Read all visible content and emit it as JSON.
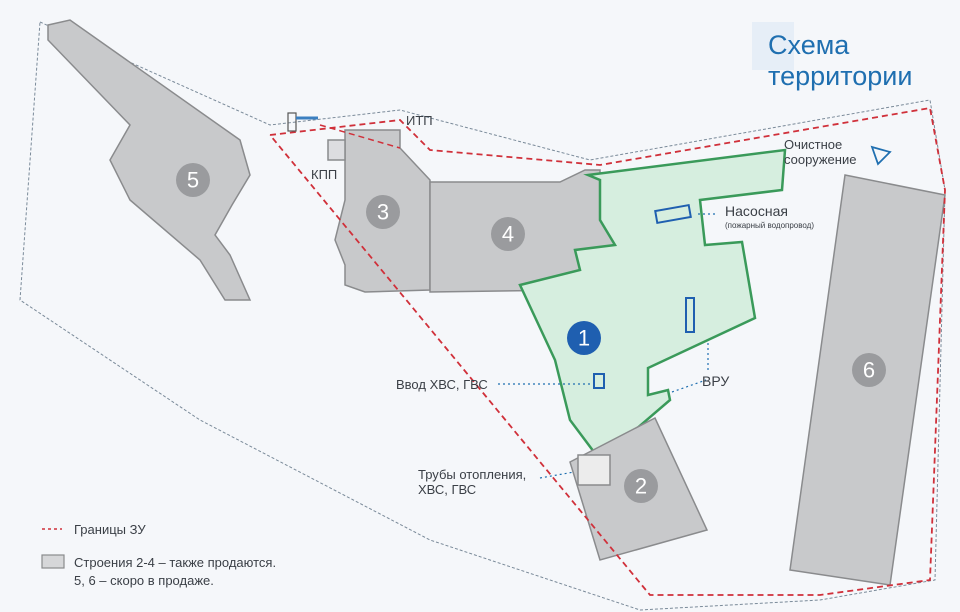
{
  "title_line1": "Схема",
  "title_line2": "территории",
  "buildings": [
    "1",
    "2",
    "3",
    "4",
    "5",
    "6"
  ],
  "labels": {
    "itp": "ИТП",
    "kpp": "КПП",
    "treatment_line1": "Очистное",
    "treatment_line2": "сооружение",
    "pump": "Насосная",
    "pump_note": "(пожарный водопровод)",
    "water_input": "Ввод ХВС, ГВС",
    "vru": "ВРУ",
    "pipes_line1": "Трубы отопления,",
    "pipes_line2": "ХВС, ГВС"
  },
  "legend": {
    "boundary": "Границы ЗУ",
    "buildings_line1": "Строения 2-4 – также продаются.",
    "buildings_line2": "5, 6 – скоро в продаже."
  },
  "colors": {
    "accent": "#1f6fb0",
    "boundary": "#d0303a",
    "building": "#c8c9cb",
    "main": "#d6eedf",
    "main_stroke": "#3a9a5a"
  }
}
